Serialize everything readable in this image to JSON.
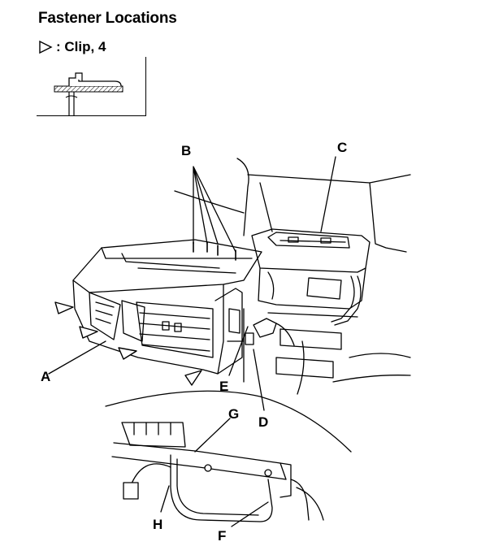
{
  "header": {
    "title": "Fastener Locations",
    "legend_text": ": Clip, 4",
    "legend_icon": "clip-triangle-icon"
  },
  "labels": {
    "A": "A",
    "B": "B",
    "C": "C",
    "D": "D",
    "E": "E",
    "F": "F",
    "G": "G",
    "H": "H"
  }
}
